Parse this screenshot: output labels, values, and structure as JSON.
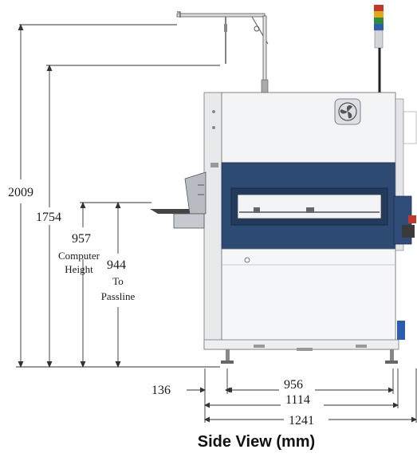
{
  "dimensions": {
    "overall_height": "2009",
    "height_2": "1754",
    "computer_height_value": "957",
    "computer_height_label_1": "Computer",
    "computer_height_label_2": "Height",
    "passline_value": "944",
    "passline_label_1": "To",
    "passline_label_2": "Passline",
    "offset_136": "136",
    "width_956": "956",
    "width_1114": "1114",
    "width_1241": "1241"
  },
  "caption": "Side View (mm)",
  "colors": {
    "panel_blue": "#2d4a73",
    "body_light": "#e9ebee",
    "body_white": "#f4f5f6",
    "frame_grey": "#c9cdd2",
    "line": "#333333"
  },
  "icons": {
    "machine_logo": "fan-logo-icon",
    "signal_tower": "signal-tower-icon"
  }
}
